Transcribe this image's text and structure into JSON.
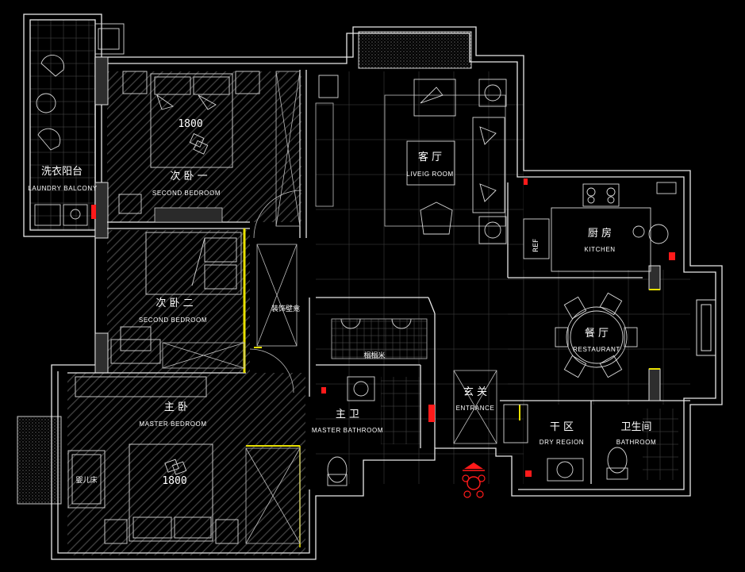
{
  "colors": {
    "background": "#000000",
    "wall": "#e8e8e8",
    "accent_red": "#ff1a1a",
    "accent_yellow": "#e8e000"
  },
  "rooms": {
    "laundry_balcony": {
      "cn": "洗衣阳台",
      "en": "LAUNDRY BALCONY"
    },
    "second_bedroom_1": {
      "cn": "次 卧 一",
      "en": "SECOND BEDROOM",
      "bed": "1800"
    },
    "second_bedroom_2": {
      "cn": "次 卧 二",
      "en": "SECOND BEDROOM"
    },
    "master_bedroom": {
      "cn": "主 卧",
      "en": "MASTER BEDROOM",
      "bed": "1800",
      "crib": "婴儿床"
    },
    "living_room": {
      "cn": "客 厅",
      "en": "LIVEIG ROOM"
    },
    "kitchen": {
      "cn": "厨 房",
      "en": "KITCHEN",
      "fridge": "REF"
    },
    "restaurant": {
      "cn": "餐 厅",
      "en": "RESTAURANT"
    },
    "tatami": {
      "cn": "榻榻米"
    },
    "decor_wall": {
      "cn": "装饰壁龛"
    },
    "entrance": {
      "cn": "玄 关",
      "en": "ENTRANCE"
    },
    "master_bathroom": {
      "cn": "主 卫",
      "en": "MASTER BATHROOM"
    },
    "dry_region": {
      "cn": "干 区",
      "en": "DRY REGION"
    },
    "bathroom": {
      "cn": "卫生间",
      "en": "BATHROOM"
    }
  }
}
